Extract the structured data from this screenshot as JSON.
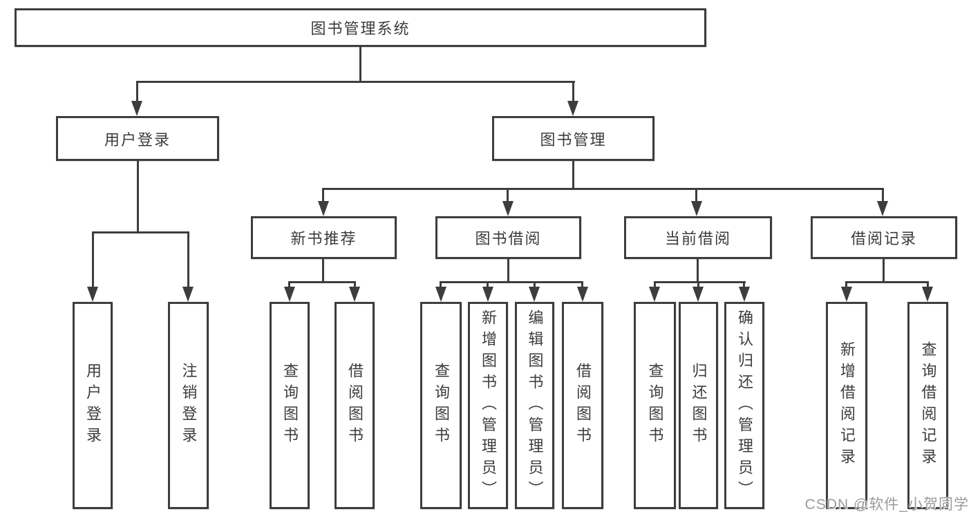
{
  "diagram": {
    "title": "图书管理系统",
    "root": {
      "label": "图书管理系统"
    },
    "level2": [
      {
        "label": "用户登录"
      },
      {
        "label": "图书管理"
      }
    ],
    "level3": [
      {
        "label": "新书推荐"
      },
      {
        "label": "图书借阅"
      },
      {
        "label": "当前借阅"
      },
      {
        "label": "借阅记录"
      }
    ],
    "leaves": {
      "user_login": [
        "用户登录",
        "注销登录"
      ],
      "new_book_recommend": [
        "查询图书",
        "借阅图书"
      ],
      "book_borrow": [
        "查询图书",
        "新增图书（管理员）",
        "编辑图书（管理员）",
        "借阅图书"
      ],
      "current_borrow": [
        "查询图书",
        "归还图书",
        "确认归还（管理员）"
      ],
      "borrow_records": [
        "新增借阅记录",
        "查询借阅记录"
      ]
    }
  },
  "colors": {
    "line": "#3d3d3d",
    "text": "#3c3c3c",
    "background": "#ffffff",
    "watermark": "#9b9b9b"
  },
  "watermark": {
    "text": "CSDN @软件_小贺同学"
  }
}
